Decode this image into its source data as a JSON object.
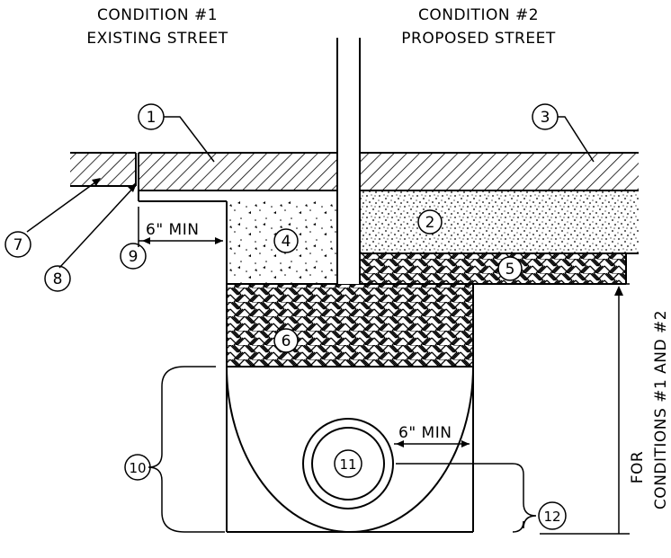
{
  "headers": {
    "left_line1": "CONDITION #1",
    "left_line2": "EXISTING STREET",
    "right_line1": "CONDITION #2",
    "right_line2": "PROPOSED STREET"
  },
  "dimensions": {
    "side_clearance": "6\" MIN",
    "pipe_clearance": "6\" MIN",
    "vertical_line1": "FOR",
    "vertical_line2": "CONDITIONS #1 AND #2"
  },
  "callouts": {
    "c1": "1",
    "c2": "2",
    "c3": "3",
    "c4": "4",
    "c5": "5",
    "c6": "6",
    "c7": "7",
    "c8": "8",
    "c9": "9",
    "c10": "10",
    "c11": "11",
    "c12": "12"
  }
}
